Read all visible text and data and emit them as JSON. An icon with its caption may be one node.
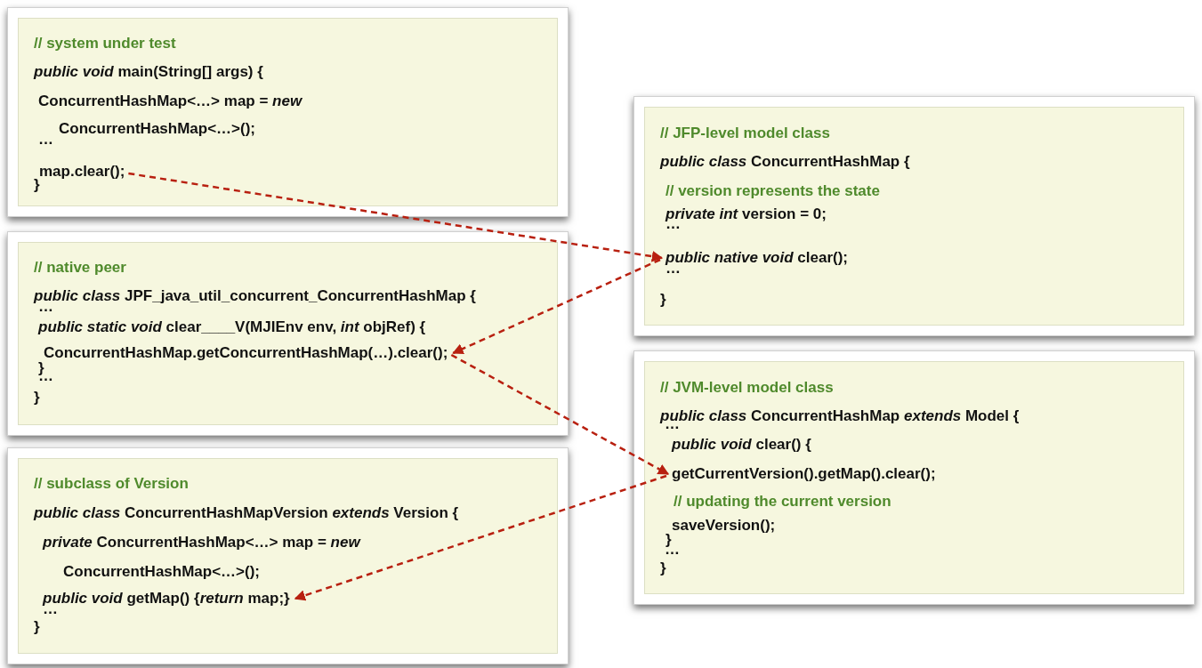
{
  "diagram": {
    "nodes": [
      {
        "text": [
          "// system under test",
          "*public void* main(String[] args) {",
          "ConcurrentHashMap<…> map = *new*",
          "ConcurrentHashMap<…>();",
          "…",
          "}"
        ]
      },
      {
        "text": [
          "map.clear();"
        ],
        "in": 0
      },
      {
        "text": [
          "// native peer",
          "*public class* JPF_java_util_concurrent_ConcurrentHashMap {",
          "…",
          "*public static void* clear____V(MJIEnv env, *int* objRef) {",
          "}",
          "…",
          "}"
        ]
      },
      {
        "text": [
          "ConcurrentHashMap.getConcurrentHashMap(…).clear();"
        ],
        "in": 2
      },
      {
        "text": [
          "// subclass of Version",
          "*public class* ConcurrentHashMapVersion *extends* Version {",
          "*private* ConcurrentHashMap<…> map = *new*",
          "ConcurrentHashMap<…>();",
          "…",
          "}"
        ]
      },
      {
        "text": [
          "*public void* getMap() {*return* map;}"
        ],
        "in": 4
      },
      {
        "text": [
          "// JFP-level model class",
          "*public class* ConcurrentHashMap {",
          "// version represents the state",
          "*private int* version = 0;",
          "…",
          "…",
          "}"
        ]
      },
      {
        "text": [
          "*public native void* clear();"
        ],
        "in": 6
      },
      {
        "text": [
          "// JVM-level model class",
          "*public class* ConcurrentHashMap *extends* Model {",
          "…",
          "*public void* clear() {",
          "// updating the current version",
          "saveVersion();",
          "}",
          "…",
          "}"
        ]
      },
      {
        "text": [
          "getCurrentVersion().getMap().clear();"
        ],
        "in": 8
      }
    ],
    "edges": [
      {
        "from": 1,
        "to": 7,
        "arrow": "to",
        "style": "dashed"
      },
      {
        "from": 7,
        "to": 3,
        "arrow": "to",
        "style": "dashed"
      },
      {
        "from": 3,
        "to": 9,
        "arrow": "to",
        "style": "dashed"
      },
      {
        "from": 9,
        "to": 5,
        "arrow": "to",
        "style": "dashed"
      }
    ]
  }
}
